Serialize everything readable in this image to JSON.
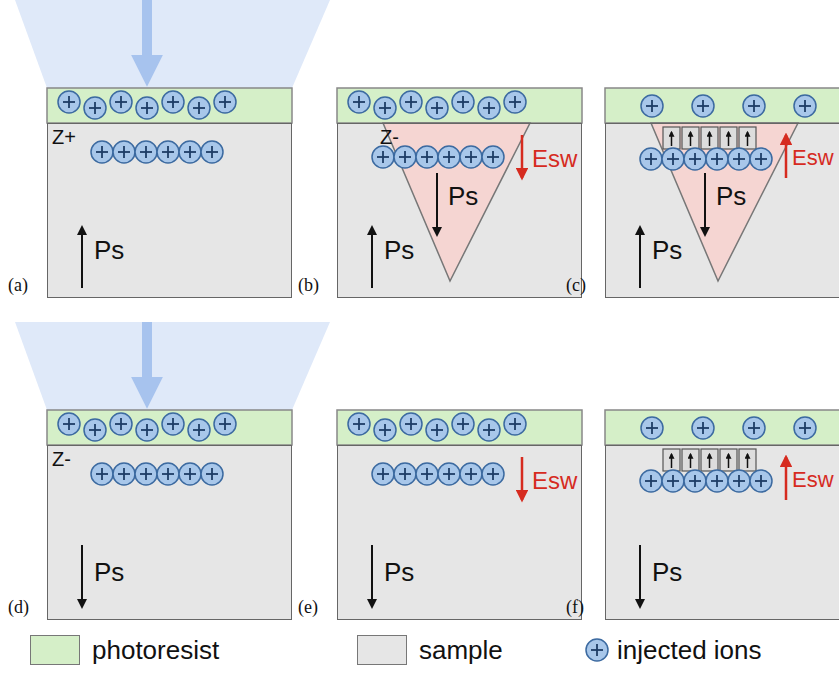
{
  "diagram": {
    "nodes": [
      {
        "text": [
          "Z+",
          "Ps",
          "(a)"
        ]
      },
      {
        "text": [
          "Z-",
          "Esw",
          "Ps",
          "Ps",
          "(b)"
        ]
      },
      {
        "text": [
          "Esw",
          "Ps",
          "Ps",
          "(c)"
        ]
      },
      {
        "text": [
          "Z-",
          "Ps",
          "(d)"
        ]
      },
      {
        "text": [
          "Esw",
          "Ps",
          "(e)"
        ]
      },
      {
        "text": [
          "Esw",
          "Ps",
          "(f)"
        ]
      }
    ],
    "edges": [],
    "legend": [
      {
        "text": "photoresist",
        "color": "#d5efc8"
      },
      {
        "text": "sample",
        "color": "#e6e6e6"
      },
      {
        "text": "injected ions"
      }
    ]
  }
}
